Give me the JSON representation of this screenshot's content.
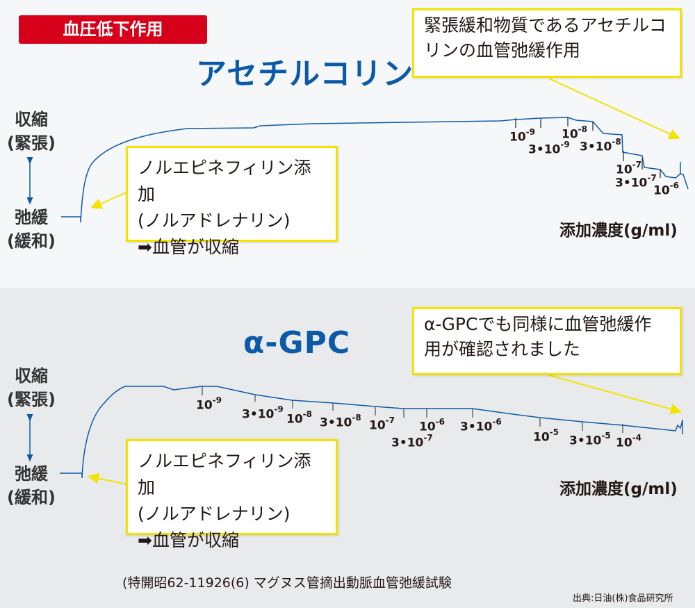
{
  "badge": "血圧低下作用",
  "top": {
    "title": "アセチルコリン",
    "callout": [
      "緊張緩和物質であるアセチルコ",
      "リンの血管弛緩作用"
    ],
    "ylabel_top": [
      "収縮",
      "(緊張)"
    ],
    "ylabel_bottom": [
      "弛緩",
      "(緩和)"
    ],
    "box": [
      "ノルエピネフィリン添加",
      "(ノルアドレナリン)",
      "➡血管が収縮"
    ],
    "xlabel": "添加濃度(g/ml)",
    "ticks": [
      [
        "10",
        "-9"
      ],
      [
        "3•10",
        "-9"
      ],
      [
        "10",
        "-8"
      ],
      [
        "3•10",
        "-8"
      ],
      [
        "10",
        "-7"
      ],
      [
        "3•10",
        "-7"
      ],
      [
        "10",
        "-6"
      ]
    ]
  },
  "bottom": {
    "title": "α-GPC",
    "callout": [
      "α-GPCでも同様に血管弛緩作",
      "用が確認されました"
    ],
    "ylabel_top": [
      "収縮",
      "(緊張)"
    ],
    "ylabel_bottom": [
      "弛緩",
      "(緩和)"
    ],
    "box": [
      "ノルエピネフィリン添加",
      "(ノルアドレナリン)",
      "➡血管が収縮"
    ],
    "xlabel": "添加濃度(g/ml)",
    "ticks": [
      [
        "10",
        "-9"
      ],
      [
        "3•10",
        "-9"
      ],
      [
        "10",
        "-8"
      ],
      [
        "3•10",
        "-8"
      ],
      [
        "10",
        "-7"
      ],
      [
        "10",
        "-6"
      ],
      [
        "3•10",
        "-6"
      ],
      [
        "3•10",
        "-7"
      ],
      [
        "10",
        "-5"
      ],
      [
        "3•10",
        "-5"
      ],
      [
        "10",
        "-4"
      ]
    ]
  },
  "footnote": "(特開昭62-11926(6) マグヌス管摘出動脈血管弛緩試験",
  "source": "出典:日油(株)食品研究所",
  "colors": {
    "trace": "#0b5aa8",
    "badge": "#d7001b",
    "callout_border": "#f2e300"
  }
}
